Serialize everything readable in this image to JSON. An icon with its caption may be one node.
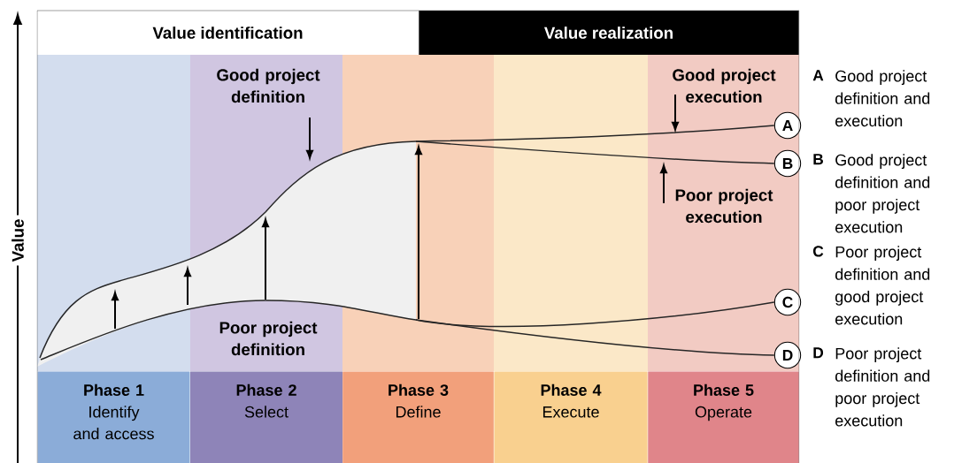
{
  "diagram": {
    "nodes": [
      {
        "text": [
          "Value identification"
        ]
      },
      {
        "text": [
          "Value realization"
        ]
      },
      {
        "text": [
          "Phase 1",
          "Identify and access"
        ]
      },
      {
        "text": [
          "Phase 2",
          "Select"
        ]
      },
      {
        "text": [
          "Phase 3",
          "Define"
        ]
      },
      {
        "text": [
          "Phase 4",
          "Execute"
        ]
      },
      {
        "text": [
          "Phase 5",
          "Operate"
        ]
      },
      {
        "text": [
          "A"
        ]
      },
      {
        "text": [
          "B"
        ]
      },
      {
        "text": [
          "C"
        ]
      },
      {
        "text": [
          "D"
        ]
      }
    ],
    "edges": [
      {
        "from": null,
        "to": 7,
        "arrow": "none"
      },
      {
        "from": null,
        "to": 8,
        "arrow": "none"
      },
      {
        "from": null,
        "to": 9,
        "arrow": "none"
      },
      {
        "from": null,
        "to": 10,
        "arrow": "none"
      }
    ],
    "labels": [
      "Value",
      "Good project definition",
      "Poor project definition",
      "Good project execution",
      "Poor project execution",
      "A",
      "Good project definition and execution",
      "B",
      "Good project definition and poor project execution",
      "C",
      "Poor project definition and good project execution",
      "D",
      "Poor project definition and poor project execution"
    ]
  }
}
